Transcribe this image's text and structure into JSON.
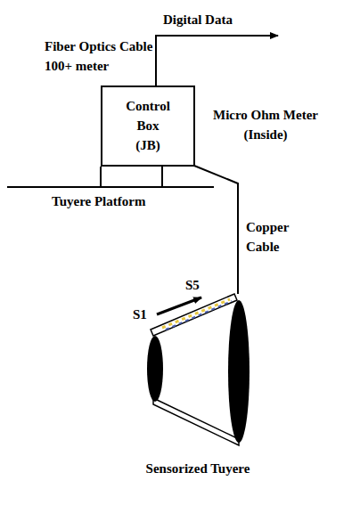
{
  "diagram": {
    "nodes": [
      {
        "text": [
          "Control Box (JB)"
        ]
      },
      {
        "text": [
          "Sensorized Tuyere"
        ]
      }
    ],
    "edges": [
      {
        "from": 0,
        "to": 1,
        "arrow": "none",
        "label": "Copper Cable"
      }
    ],
    "labels": [
      "Digital Data",
      "Fiber Optics Cable 100+ meter",
      "Micro Ohm Meter (Inside)",
      "Tuyere Platform",
      "S1",
      "S5"
    ]
  }
}
